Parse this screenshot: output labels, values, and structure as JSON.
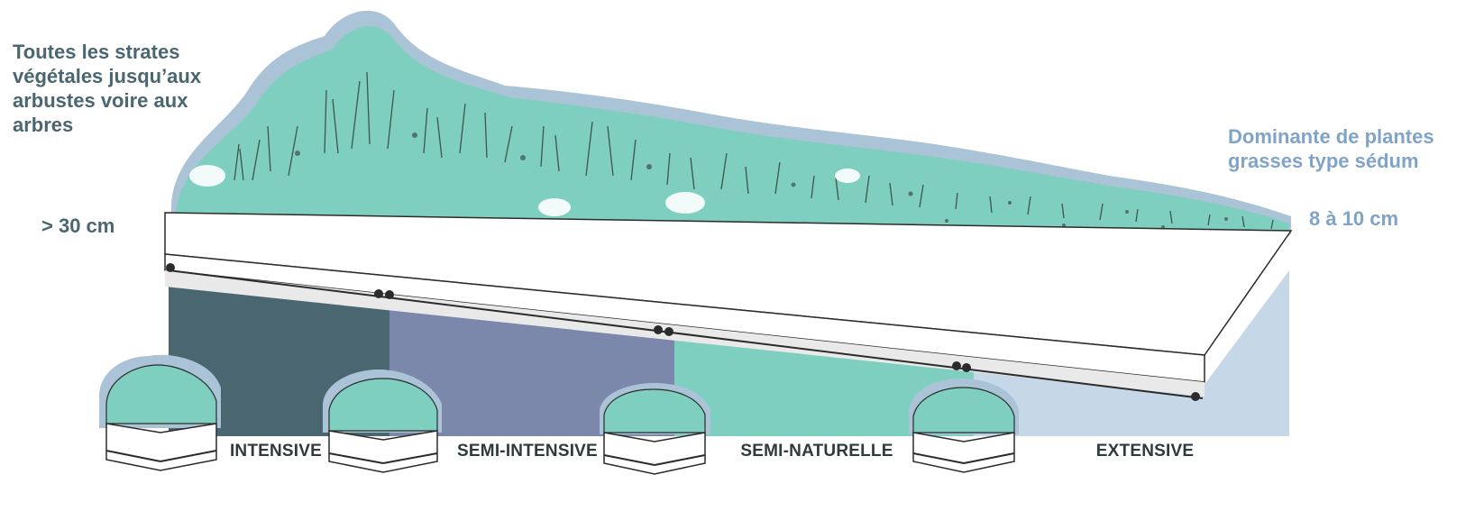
{
  "labels": {
    "intensive_desc": "Toutes les strates végétales jusqu’aux arbustes voire aux arbres",
    "extensive_desc": "Dominante de plantes grasses type sédum",
    "depth_intensive": "> 30 cm",
    "depth_extensive": "8 à 10 cm"
  },
  "zones": [
    {
      "name": "INTENSIVE",
      "color": "#4a6670"
    },
    {
      "name": "SEMI-INTENSIVE",
      "color": "#7b88ac"
    },
    {
      "name": "SEMI-NATURELLE",
      "color": "#7ecfbf"
    },
    {
      "name": "EXTENSIVE",
      "color": "#c6d8e8"
    }
  ],
  "colors": {
    "text_dark": "#4a6670",
    "text_light": "#7fa3c9",
    "vegetation": "#7ecfbf",
    "vegetation_shadow": "#aac3d6",
    "slab": "#ffffff",
    "slab_edge": "#e9e9e9",
    "ink": "#2b2b2b"
  }
}
